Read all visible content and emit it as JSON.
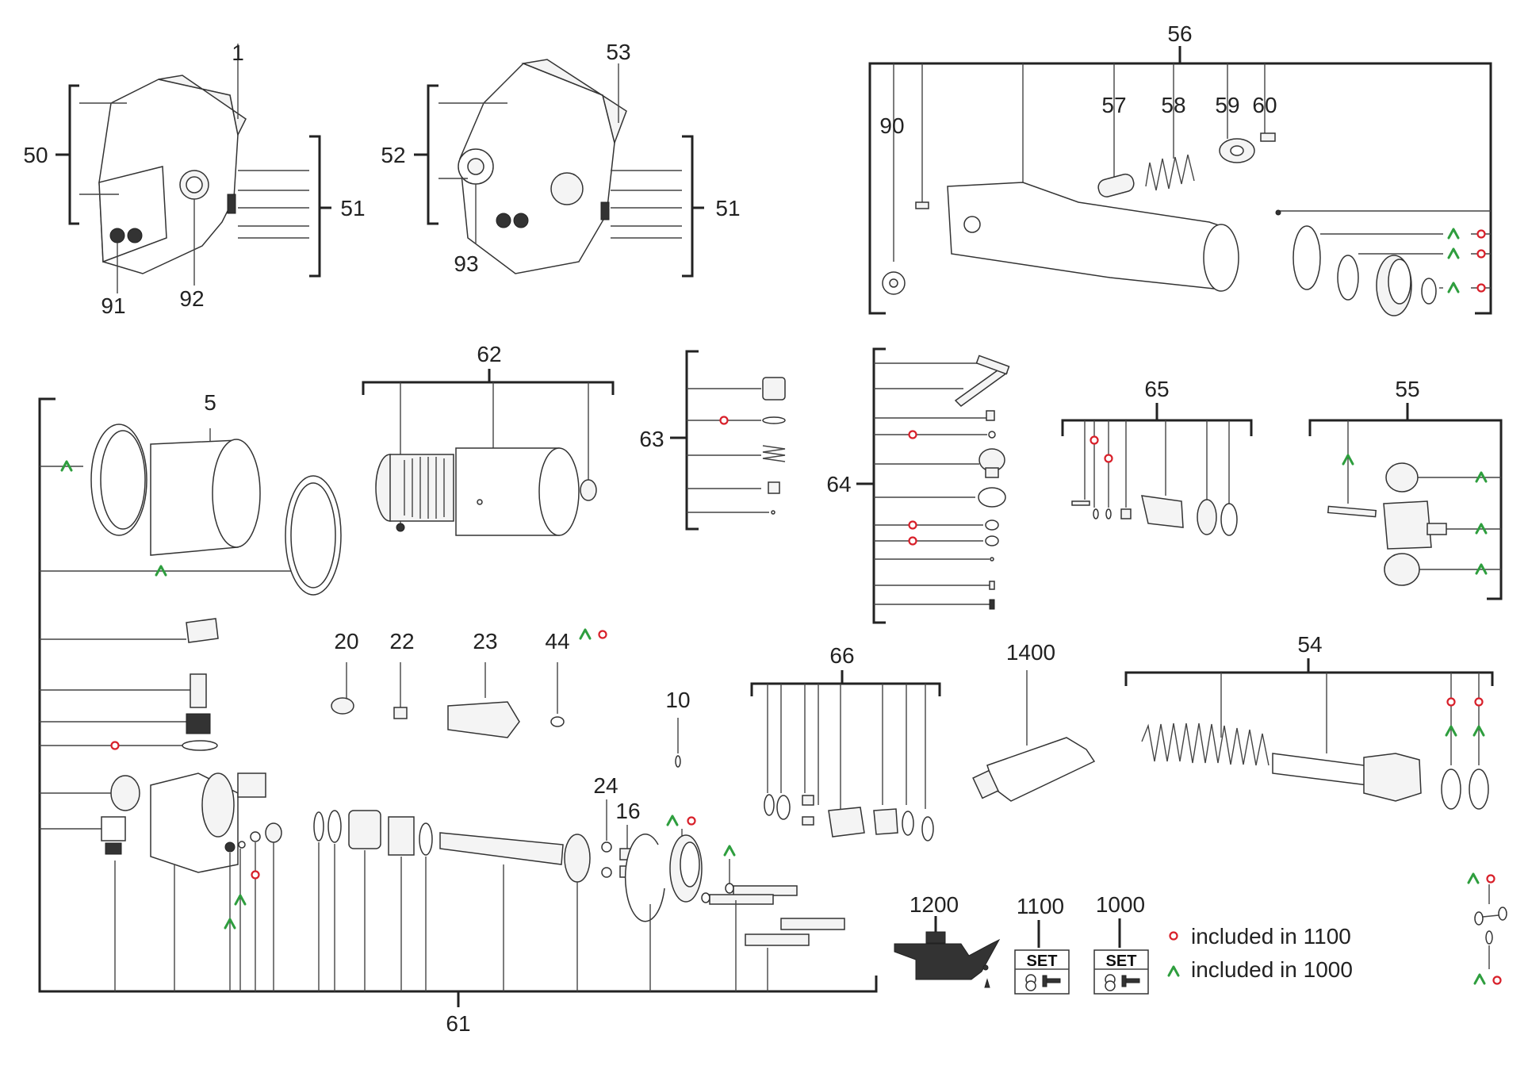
{
  "parts": {
    "p1": "1",
    "p50": "50",
    "p51a": "51",
    "p91": "91",
    "p92": "92",
    "p52": "52",
    "p53": "53",
    "p51b": "51",
    "p93": "93",
    "p56": "56",
    "p90": "90",
    "p57": "57",
    "p58": "58",
    "p59": "59",
    "p60": "60",
    "p62": "62",
    "p5": "5",
    "p63": "63",
    "p64": "64",
    "p65": "65",
    "p55": "55",
    "p20": "20",
    "p22": "22",
    "p23": "23",
    "p44": "44",
    "p10": "10",
    "p66": "66",
    "p1400": "1400",
    "p54": "54",
    "p24": "24",
    "p16": "16",
    "p61": "61",
    "p1200": "1200",
    "p1100": "1100",
    "p1000": "1000"
  },
  "legend": {
    "red_text": "included in 1100",
    "green_text": "included in 1000"
  },
  "set_label": "SET",
  "colors": {
    "green_mark": "#2e9e3e",
    "red_mark": "#d8202a",
    "line": "#222222"
  }
}
